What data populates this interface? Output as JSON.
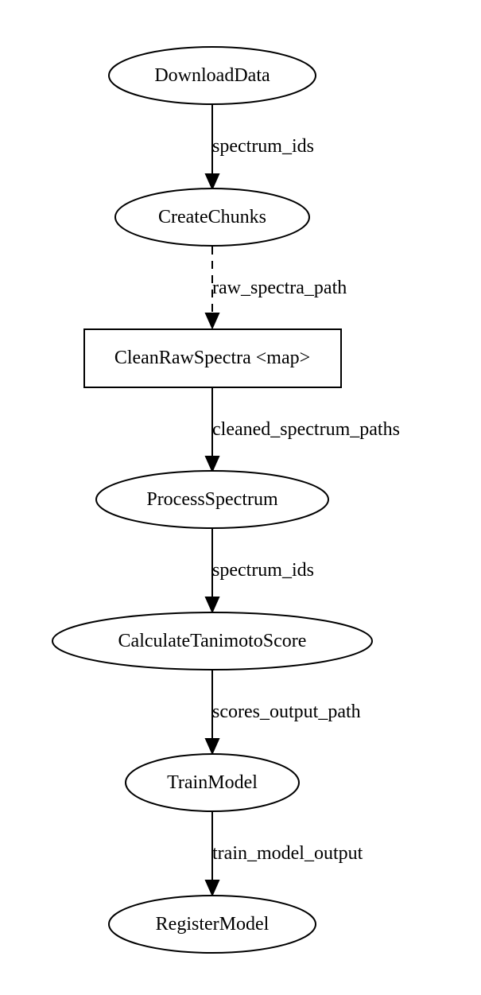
{
  "diagram": {
    "nodes": [
      {
        "id": "download",
        "label": "DownloadData",
        "shape": "ellipse"
      },
      {
        "id": "chunks",
        "label": "CreateChunks",
        "shape": "ellipse"
      },
      {
        "id": "clean",
        "label": "CleanRawSpectra <map>",
        "shape": "box"
      },
      {
        "id": "process",
        "label": "ProcessSpectrum",
        "shape": "ellipse"
      },
      {
        "id": "tanimoto",
        "label": "CalculateTanimotoScore",
        "shape": "ellipse"
      },
      {
        "id": "train",
        "label": "TrainModel",
        "shape": "ellipse"
      },
      {
        "id": "register",
        "label": "RegisterModel",
        "shape": "ellipse"
      }
    ],
    "edges": [
      {
        "from": "download",
        "to": "chunks",
        "label": "spectrum_ids",
        "style": "solid"
      },
      {
        "from": "chunks",
        "to": "clean",
        "label": "raw_spectra_path",
        "style": "dashed"
      },
      {
        "from": "clean",
        "to": "process",
        "label": "cleaned_spectrum_paths",
        "style": "solid"
      },
      {
        "from": "process",
        "to": "tanimoto",
        "label": "spectrum_ids",
        "style": "solid"
      },
      {
        "from": "tanimoto",
        "to": "train",
        "label": "scores_output_path",
        "style": "solid"
      },
      {
        "from": "train",
        "to": "register",
        "label": "train_model_output",
        "style": "solid"
      }
    ]
  }
}
